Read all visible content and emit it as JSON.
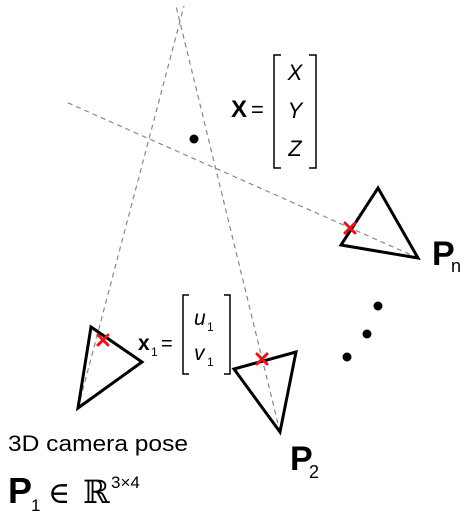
{
  "point": {
    "symbol": "X",
    "equals": "=",
    "vector": [
      "X",
      "Y",
      "Z"
    ]
  },
  "image_point": {
    "symbol": "x",
    "subscript": "1",
    "equals": "=",
    "vector": [
      {
        "base": "u",
        "sub": "1"
      },
      {
        "base": "v",
        "sub": "1"
      }
    ]
  },
  "cameras": [
    {
      "label": "P",
      "subscript": "1"
    },
    {
      "label": "P",
      "subscript": "2"
    },
    {
      "label": "P",
      "subscript": "n"
    }
  ],
  "caption": {
    "text": "3D camera pose",
    "formula_symbol": "P",
    "formula_subscript": "1",
    "element_of": "∈",
    "set": "ℝ",
    "superscript": "3×4"
  },
  "colors": {
    "ink": "#000000",
    "ray": "#888888",
    "projection_marker": "#e8141b"
  }
}
